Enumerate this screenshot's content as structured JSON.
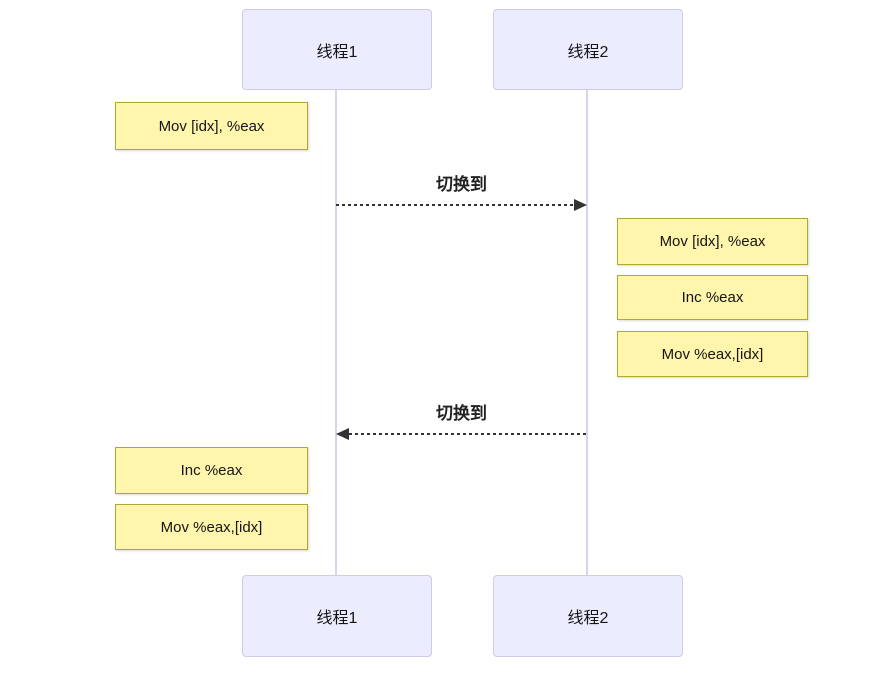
{
  "actors": [
    {
      "label": "线程1"
    },
    {
      "label": "线程2"
    }
  ],
  "notes": [
    {
      "text": "Mov [idx], %eax",
      "actor": "线程1",
      "side": "left"
    },
    {
      "text": "Mov [idx], %eax",
      "actor": "线程2",
      "side": "right"
    },
    {
      "text": "Inc %eax",
      "actor": "线程2",
      "side": "right"
    },
    {
      "text": "Mov %eax,[idx]",
      "actor": "线程2",
      "side": "right"
    },
    {
      "text": "Inc %eax",
      "actor": "线程1",
      "side": "left"
    },
    {
      "text": "Mov %eax,[idx]",
      "actor": "线程1",
      "side": "left"
    }
  ],
  "messages": [
    {
      "label": "切换到",
      "from": "线程1",
      "to": "线程2",
      "line": "dashed"
    },
    {
      "label": "切换到",
      "from": "线程2",
      "to": "线程1",
      "line": "dashed"
    }
  ],
  "colors": {
    "background": "#FFFFFF",
    "actor_fill": "#ECECFF",
    "actor_border": "#CFCBE8",
    "lifeline": "#D8D4EE",
    "note_fill": "#FFF5AD",
    "note_border": "#AAAA33",
    "arrow": "#333333",
    "text": "#151515"
  }
}
